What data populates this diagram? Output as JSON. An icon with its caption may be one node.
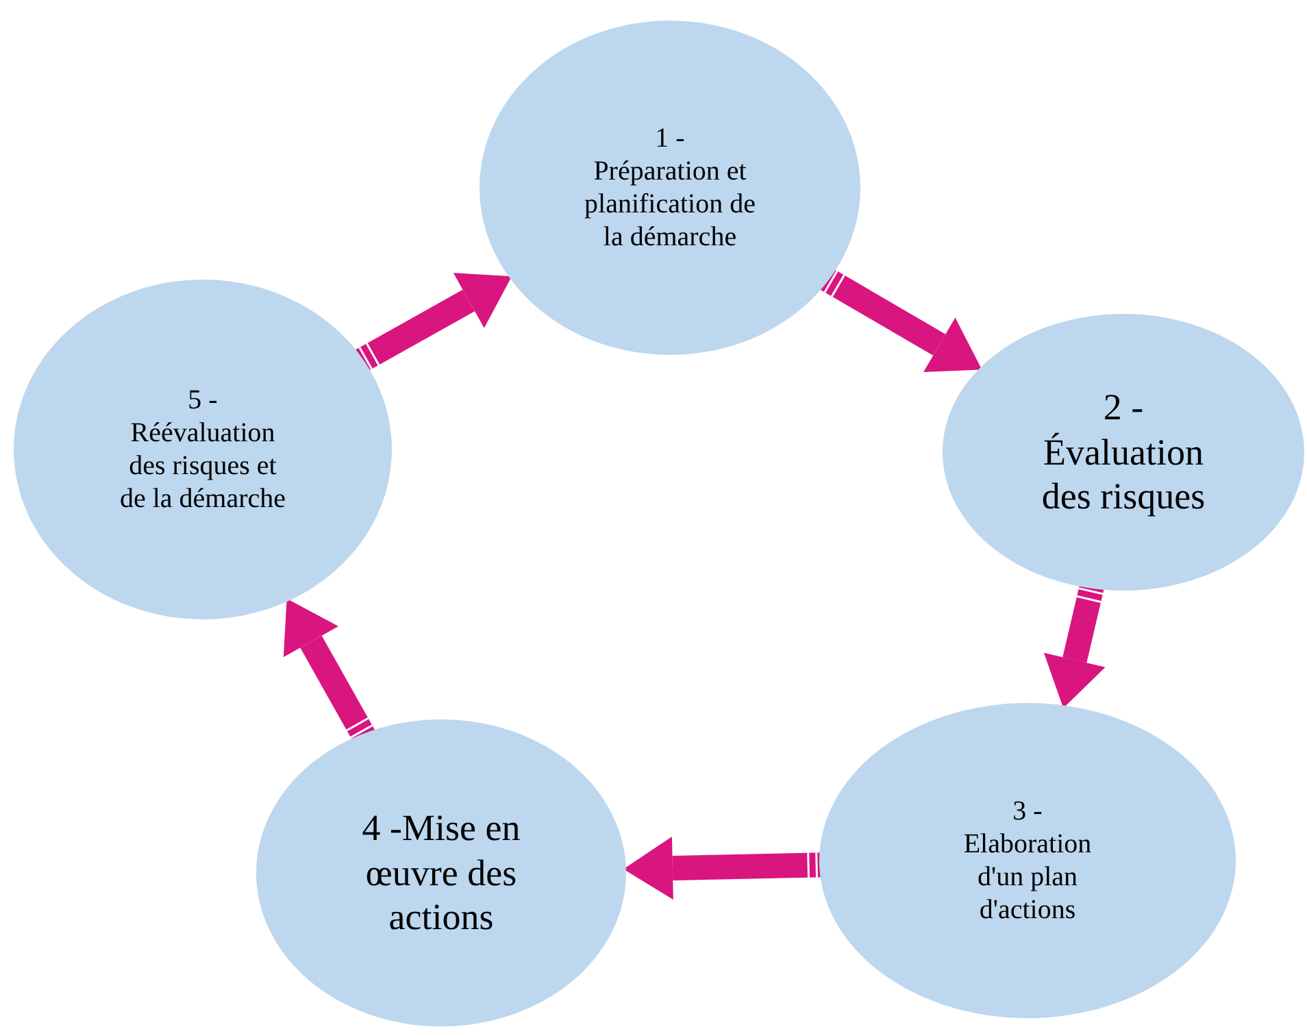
{
  "diagram": {
    "nodes": [
      {
        "text": [
          "1 -",
          "Préparation et planification de la démarche"
        ]
      },
      {
        "text": [
          "2 -",
          "Évaluation des risques"
        ]
      },
      {
        "text": [
          "3 -",
          "Elaboration d'un plan d'actions"
        ]
      },
      {
        "text": [
          "4 -Mise en œuvre des actions"
        ]
      },
      {
        "text": [
          "5 -",
          "Réévaluation des risques et de la démarche"
        ]
      }
    ],
    "edges": [
      {
        "from": 4,
        "to": 0,
        "arrow": "to"
      },
      {
        "from": 0,
        "to": 1,
        "arrow": "to"
      },
      {
        "from": 1,
        "to": 2,
        "arrow": "to"
      },
      {
        "from": 2,
        "to": 3,
        "arrow": "to"
      },
      {
        "from": 3,
        "to": 4,
        "arrow": "to"
      }
    ]
  }
}
